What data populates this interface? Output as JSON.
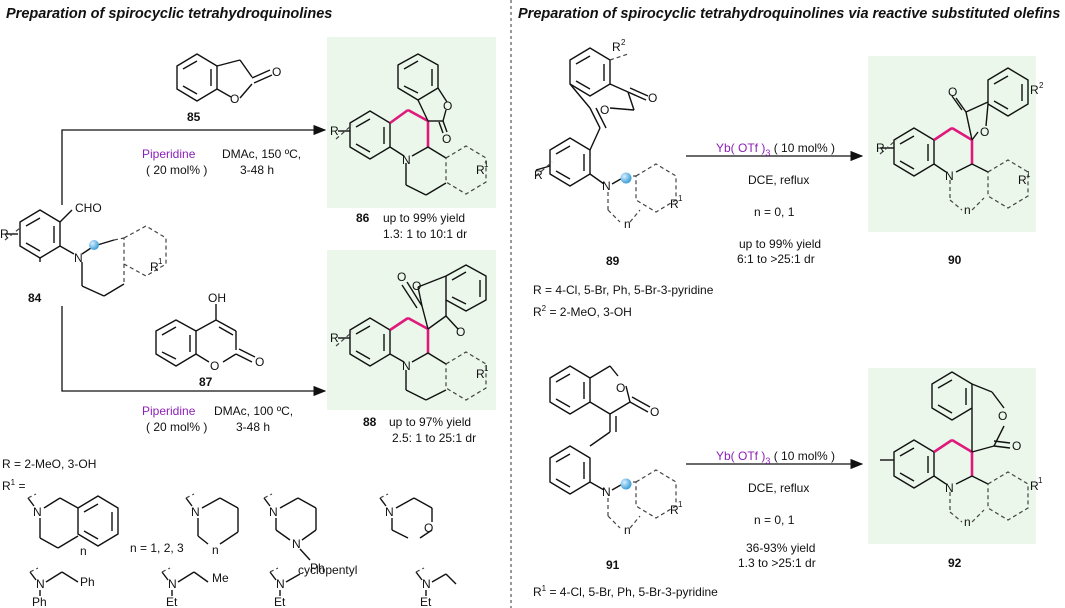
{
  "left": {
    "title": "Preparation of spirocyclic tetrahydroquinolines",
    "start_label": "84",
    "start_cho": "CHO",
    "start_N": "N",
    "start_R": "R",
    "start_R1": "R",
    "top_reagent": {
      "label": "85",
      "ring_O": "O",
      "carbonyl_O": "O"
    },
    "top_conditions": {
      "catalyst": "Piperidine",
      "loading": "( 20 mol% )",
      "solvent": "DMAc, 150 ºC,",
      "time": "3-48 h"
    },
    "top_product": {
      "label": "86",
      "yield": "up to 99% yield",
      "dr": "1.3: 1 to 10:1 dr",
      "R": "R",
      "R1": "R",
      "N": "N",
      "O1": "O",
      "O2": "O"
    },
    "bottom_reagent": {
      "label": "87",
      "OH": "OH",
      "O1": "O",
      "O2": "O"
    },
    "bottom_conditions": {
      "catalyst": "Piperidine",
      "loading": "( 20 mol% )",
      "solvent": "DMAc, 100 ºC,",
      "time": "3-48 h"
    },
    "bottom_product": {
      "label": "88",
      "yield": "up to 97% yield",
      "dr": "2.5: 1 to 25:1 dr",
      "R": "R",
      "R1": "R",
      "N": "N",
      "O1": "O",
      "O2": "O",
      "O3": "O"
    },
    "R_definition": "R = 2-MeO, 3-OH",
    "R1_prefix": "R",
    "R1_sup": "1",
    "R1_eq": " =",
    "amines": {
      "n_note": "n = 1, 2, 3",
      "n": "n",
      "N": "N",
      "Ph": "Ph",
      "O": "O",
      "Et": "Et",
      "Me": "Me",
      "cyclopentyl": "cyclopentyl"
    },
    "sup1": "1"
  },
  "right": {
    "title": "Preparation of spirocyclic tetrahydroquinolines via reactive substituted olefins",
    "top": {
      "sm_label": "89",
      "product_label": "90",
      "catalyst": "Yb( OTf )",
      "cat_sub": "3",
      "cat_loading": " ( 10 mol% )",
      "solvent": "DCE, reflux",
      "n_values": "n = 0, 1",
      "yield": "up to 99% yield",
      "dr": "6:1 to >25:1 dr",
      "R_def": "R = 4-Cl, 5-Br, Ph, 5-Br-3-pyridine",
      "R2_def_a": "R",
      "R2_sup": "2",
      "R2_def_b": " = 2-MeO, 3-OH"
    },
    "bottom": {
      "sm_label": "91",
      "product_label": "92",
      "catalyst": "Yb( OTf )",
      "cat_sub": "3",
      "cat_loading": " ( 10 mol% )",
      "solvent": "DCE, reflux",
      "n_values": "n = 0, 1",
      "yield": "36-93% yield",
      "dr": "1.3 to >25:1 dr",
      "R1_def_a": "R",
      "R1_sup": "1",
      "R1_def_b": " = 4-Cl, 5-Br, Ph, 5-Br-3-pyridine"
    },
    "atoms": {
      "O": "O",
      "N": "N",
      "R": "R",
      "n": "n",
      "sup1": "1",
      "sup2": "2"
    }
  },
  "colors": {
    "catalyst": "#8b1fb8",
    "new_bond": "#e0197d",
    "highlight": "#eaf7ea",
    "atom": "#5fb7e6"
  }
}
